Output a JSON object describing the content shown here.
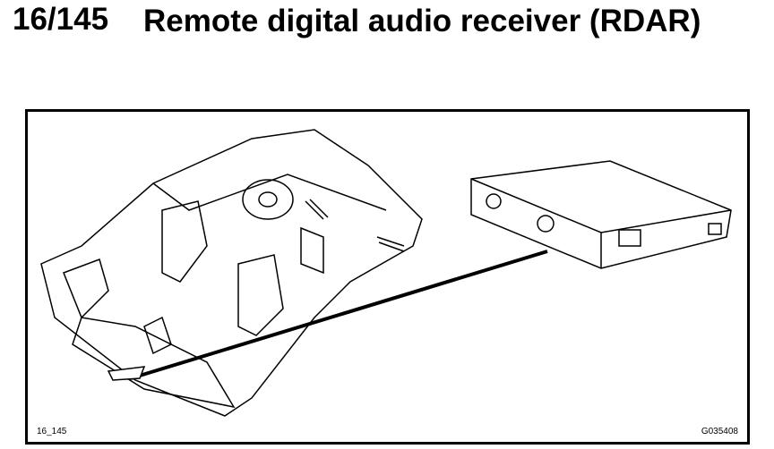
{
  "header": {
    "section_number": "16/145",
    "title": "Remote digital audio receiver (RDAR)"
  },
  "figure": {
    "label_left": "16_145",
    "label_right": "G035408",
    "illustration": "car-interior-with-rdar-module"
  }
}
